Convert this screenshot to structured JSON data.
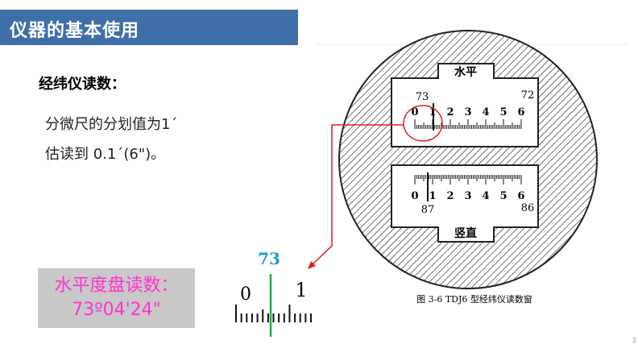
{
  "header": {
    "title": "仪器的基本使用"
  },
  "section": {
    "subtitle": "经纬仪读数："
  },
  "body": {
    "line1": "分微尺的分划值为1´",
    "line2": "估读到 0.1´(6\")。"
  },
  "reading": {
    "label": "水平度盘读数：",
    "value": "73º04'24\""
  },
  "zoom": {
    "degree_label": "73",
    "left_tick": "0",
    "right_tick": "1"
  },
  "figure": {
    "caption": "图 3-6   TDJ6 型经纬仪读数窗",
    "horizontal_window": {
      "label": "水平",
      "left_degree": "73",
      "right_degree": "72",
      "scale": [
        "0",
        "1",
        "2",
        "3",
        "4",
        "5",
        "6"
      ]
    },
    "vertical_window": {
      "label": "竖直",
      "left_degree": "87",
      "right_degree": "86",
      "scale": [
        "0",
        "1",
        "2",
        "3",
        "4",
        "5",
        "6"
      ]
    }
  },
  "page": {
    "number": "2"
  },
  "colors": {
    "title_bar": "#3f6fa8",
    "highlight_text": "#ff33cc",
    "needle": "#22aa44",
    "degree_label": "#1a9ad6",
    "pointer": "#e02020"
  }
}
